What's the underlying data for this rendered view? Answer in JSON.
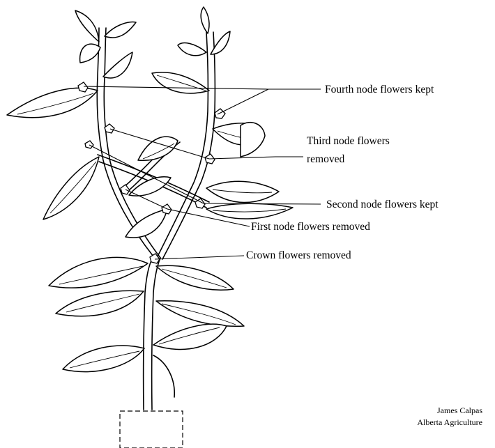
{
  "labels": {
    "fourth_node": "Fourth node flowers kept",
    "third_node_line1": "Third node flowers",
    "third_node_line2": "removed",
    "second_node": "Second node flowers kept",
    "first_node": "First node flowers removed",
    "crown": "Crown flowers removed"
  },
  "credit": {
    "author": "James Calpas",
    "organization": "Alberta Agriculture"
  }
}
